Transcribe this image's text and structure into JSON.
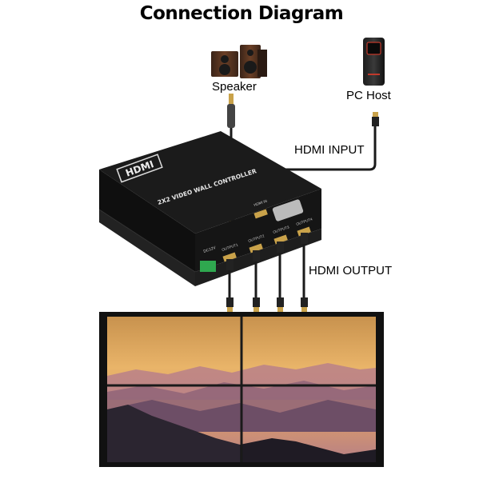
{
  "title": "Connection Diagram",
  "labels": {
    "speaker": "Speaker",
    "pc_host": "PC Host",
    "hdmi_input": "HDMI INPUT",
    "hdmi_output": "HDMI OUTPUT"
  },
  "device": {
    "logo": "HDMI",
    "model": "2X2 VIDEO WALL CONTROLLER",
    "port_hdmi_in": "HDMI IN",
    "port_output_1": "OUTPUT1",
    "port_output_2": "OUTPUT2",
    "port_output_3": "OUTPUT3",
    "port_output_4": "OUTPUT4",
    "port_power": "DC12V"
  },
  "video_wall": {
    "rows": 2,
    "cols": 2
  }
}
